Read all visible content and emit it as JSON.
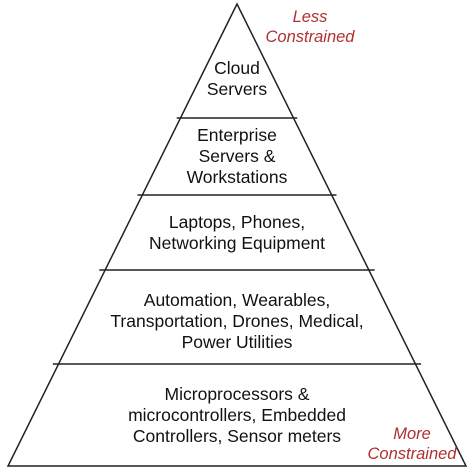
{
  "diagram": {
    "tiers": [
      {
        "label": "Cloud\nServers"
      },
      {
        "label": "Enterprise\nServers &\nWorkstations"
      },
      {
        "label": "Laptops, Phones,\nNetworking Equipment"
      },
      {
        "label": "Automation, Wearables,\nTransportation, Drones, Medical,\nPower Utilities"
      },
      {
        "label": "Microprocessors &\nmicrocontrollers, Embedded\nControllers, Sensor meters"
      }
    ],
    "top_note": "Less\nConstrained",
    "bottom_note": "More\nConstrained",
    "colors": {
      "outline": "#222222",
      "note": "#b03030",
      "text": "#111111"
    }
  }
}
